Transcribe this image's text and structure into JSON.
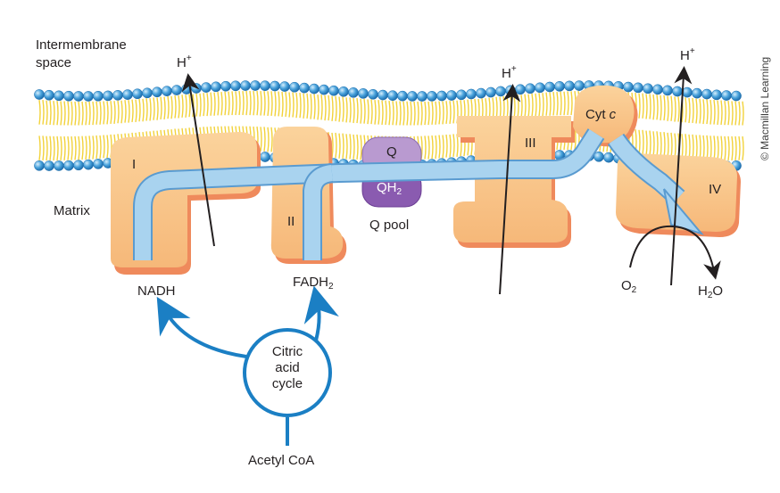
{
  "labels": {
    "intermembrane_line1": "Intermembrane",
    "intermembrane_line2": "space",
    "matrix": "Matrix",
    "h_plus_base": "H",
    "h_plus_sup": "+",
    "complex_i": "I",
    "complex_ii": "II",
    "complex_iii": "III",
    "complex_iv": "IV",
    "q": "Q",
    "qh2_base": "QH",
    "qh2_sub": "2",
    "q_pool": "Q pool",
    "cyt_c_base": "Cyt ",
    "cyt_c_italic": "c",
    "nadh": "NADH",
    "fadh2_base": "FADH",
    "fadh2_sub": "2",
    "o2_base": "O",
    "o2_sub": "2",
    "h2o_h": "H",
    "h2o_sub": "2",
    "h2o_o": "O",
    "citric_line1": "Citric",
    "citric_line2": "acid",
    "citric_line3": "cycle",
    "acetyl_coa": "Acetyl CoA",
    "copyright": "© Macmillan Learning"
  },
  "colors": {
    "protein_fill": "#f9c58a",
    "protein_shadow": "#ef8a5c",
    "electron_path": "#a9d3ef",
    "electron_path_stroke": "#5a9bd0",
    "lipid_head": "#4aa3dc",
    "lipid_tail": "#f2d23a",
    "q_fill": "#b99ad0",
    "qh2_fill": "#8a5bb0",
    "cycle_blue": "#1b7fc4"
  }
}
